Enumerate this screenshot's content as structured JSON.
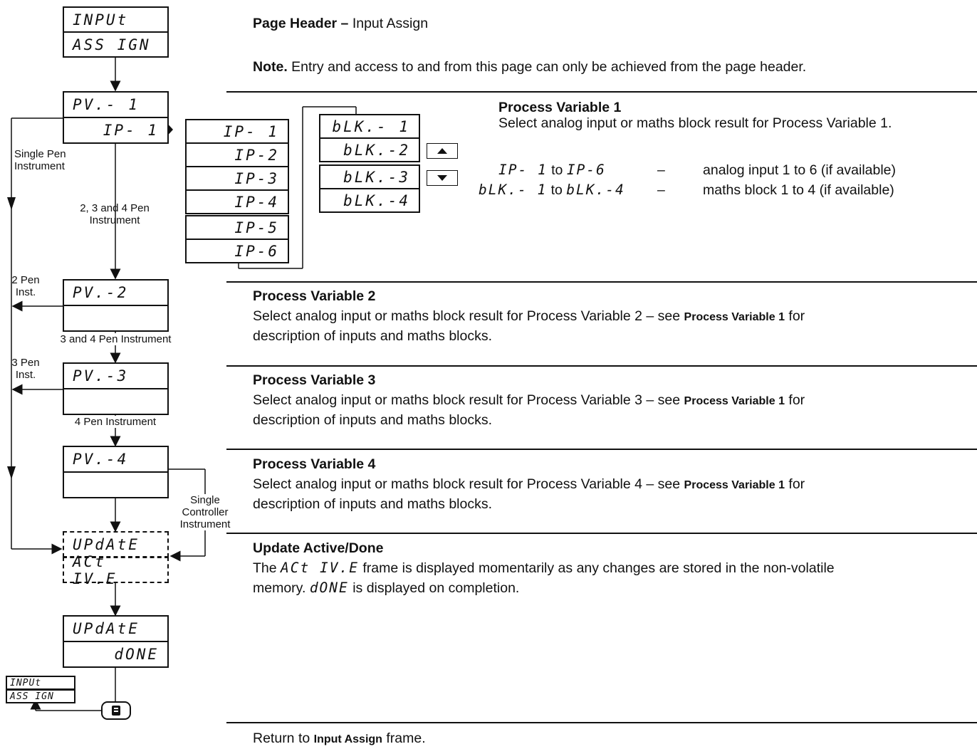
{
  "diagram": {
    "header_frame": {
      "top": "INPUt",
      "bottom": "ASS IGN"
    },
    "pv1_frame": {
      "top": "PV.- 1",
      "bottom": "IP- 1"
    },
    "pv2_frame": {
      "top": "PV.-2",
      "bottom": ""
    },
    "pv3_frame": {
      "top": "PV.-3",
      "bottom": ""
    },
    "pv4_frame": {
      "top": "PV.-4",
      "bottom": ""
    },
    "update_active_frame": {
      "top": "UPdAtE",
      "bottom": "ACt IV.E"
    },
    "update_done_frame": {
      "top": "UPdAtE",
      "bottom": "dONE"
    },
    "return_frame": {
      "top": "INPUt",
      "bottom": "ASS IGN"
    },
    "input_options": [
      "IP- 1",
      "IP-2",
      "IP-3",
      "IP-4",
      "IP-5",
      "IP-6"
    ],
    "block_options": [
      "bLK.- 1",
      "bLK.-2",
      "bLK.-3",
      "bLK.-4"
    ],
    "labels": {
      "single_pen": "Single Pen\nInstrument",
      "multi_pen": "2, 3 and 4 Pen\nInstrument",
      "two_pen": "2 Pen\nInst.",
      "three_four_pen": "3 and 4 Pen Instrument",
      "three_pen": "3 Pen\nInst.",
      "four_pen": "4 Pen Instrument",
      "single_controller": "Single\nController\nInstrument"
    },
    "up_key_icon": "up-arrow-key",
    "down_key_icon": "down-arrow-key",
    "enter_key_icon": "enter-key"
  },
  "text": {
    "header_title": "Page Header –",
    "header_value": " Input Assign",
    "note_label": "Note.",
    "note_text": " Entry and access to and from this page can only be achieved from the page header.",
    "pv1": {
      "title": "Process Variable 1",
      "desc": "Select analog input or maths block result for Process Variable 1.",
      "row1_a": "IP- 1",
      "row1_to": " to ",
      "row1_b": "IP-6",
      "row1_dash": "–",
      "row1_desc": "analog input 1 to 6 (if available)",
      "row2_a": "bLK.- 1",
      "row2_to": " to ",
      "row2_b": "bLK.-4",
      "row2_dash": "–",
      "row2_desc": "maths block 1 to 4 (if available)"
    },
    "pv2": {
      "title": "Process Variable 2",
      "line1": "Select analog input or maths block result for Process Variable 2 – see ",
      "ref": "Process Variable 1",
      "line1_end": " for",
      "line2": "description of inputs and maths blocks."
    },
    "pv3": {
      "title": "Process Variable 3",
      "line1": "Select analog input or maths block result for Process Variable 3 – see ",
      "ref": "Process Variable 1",
      "line1_end": " for",
      "line2": "description of inputs and maths blocks."
    },
    "pv4": {
      "title": "Process Variable 4",
      "line1": "Select analog input or maths block result for Process Variable 4 – see ",
      "ref": "Process Variable 1",
      "line1_end": " for",
      "line2": "description of inputs and maths blocks."
    },
    "update": {
      "title": "Update Active/Done",
      "l1_a": "The ",
      "l1_seg": "ACt IV.E",
      "l1_b": " frame is displayed momentarily as any changes are stored in the non-volatile",
      "l2_a": "memory. ",
      "l2_seg": "dONE",
      "l2_b": " is displayed on completion."
    },
    "return": {
      "a": "Return to ",
      "ref": "Input Assign",
      "b": " frame."
    }
  }
}
